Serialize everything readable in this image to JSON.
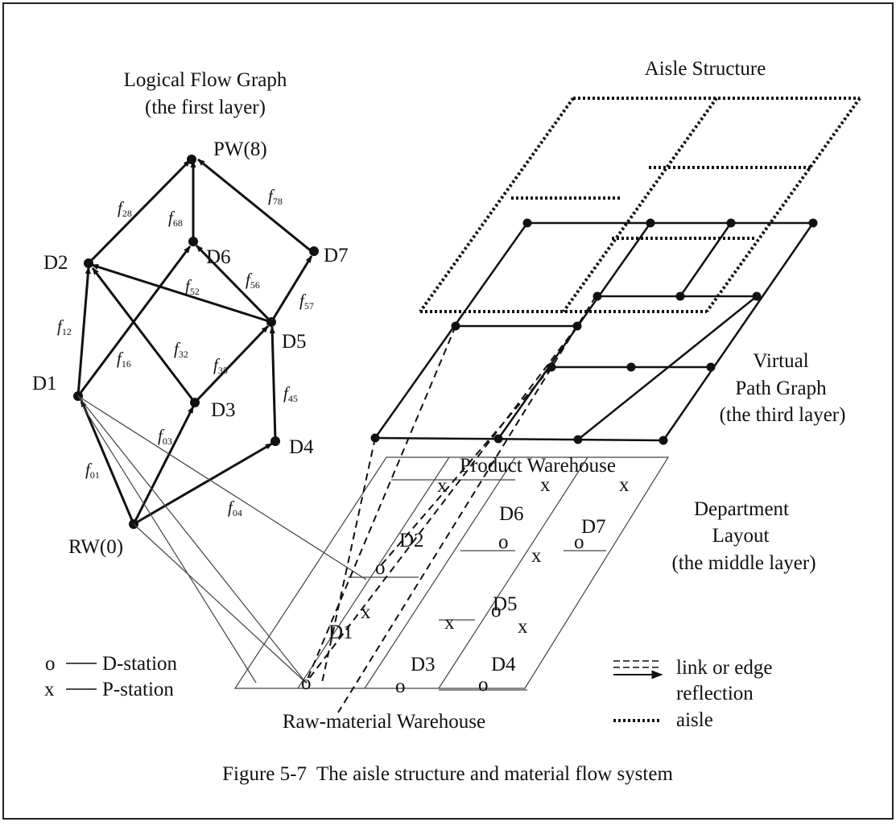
{
  "titles": {
    "logical_line1": "Logical Flow Graph",
    "logical_line2": "(the first layer)",
    "aisle": "Aisle Structure",
    "virtual_line1": "Virtual",
    "virtual_line2": "Path Graph",
    "virtual_line3": "(the third layer)",
    "dept_line1": "Department",
    "dept_line2": "Layout",
    "dept_line3": "(the middle layer)"
  },
  "nodes": {
    "pw": "PW(8)",
    "d2": "D2",
    "d6": "D6",
    "d7": "D7",
    "d5": "D5",
    "d1": "D1",
    "d3": "D3",
    "d4": "D4",
    "rw": "RW(0)"
  },
  "flows": {
    "f28": {
      "f": "f",
      "sub": "28"
    },
    "f68": {
      "f": "f",
      "sub": "68"
    },
    "f78": {
      "f": "f",
      "sub": "78"
    },
    "f52": {
      "f": "f",
      "sub": "52"
    },
    "f56": {
      "f": "f",
      "sub": "56"
    },
    "f57": {
      "f": "f",
      "sub": "57"
    },
    "f12": {
      "f": "f",
      "sub": "12"
    },
    "f16": {
      "f": "f",
      "sub": "16"
    },
    "f32": {
      "f": "f",
      "sub": "32"
    },
    "f35": {
      "f": "f",
      "sub": "35"
    },
    "f45": {
      "f": "f",
      "sub": "45"
    },
    "f03": {
      "f": "f",
      "sub": "03"
    },
    "f01": {
      "f": "f",
      "sub": "01"
    },
    "f04": {
      "f": "f",
      "sub": "04"
    }
  },
  "layout_labels": {
    "product_warehouse": "Product Warehouse",
    "raw_warehouse": "Raw-material Warehouse",
    "d1": "D1",
    "d2": "D2",
    "d3": "D3",
    "d4": "D4",
    "d5": "D5",
    "d6": "D6",
    "d7": "D7"
  },
  "station_marks": {
    "d": "o",
    "p": "x"
  },
  "legend": {
    "d_station": "D-station",
    "p_station": "P-station",
    "link_line1": "link or edge",
    "link_line2": "reflection",
    "aisle": "aisle"
  },
  "caption": "Figure 5-7  The aisle structure and material flow system"
}
